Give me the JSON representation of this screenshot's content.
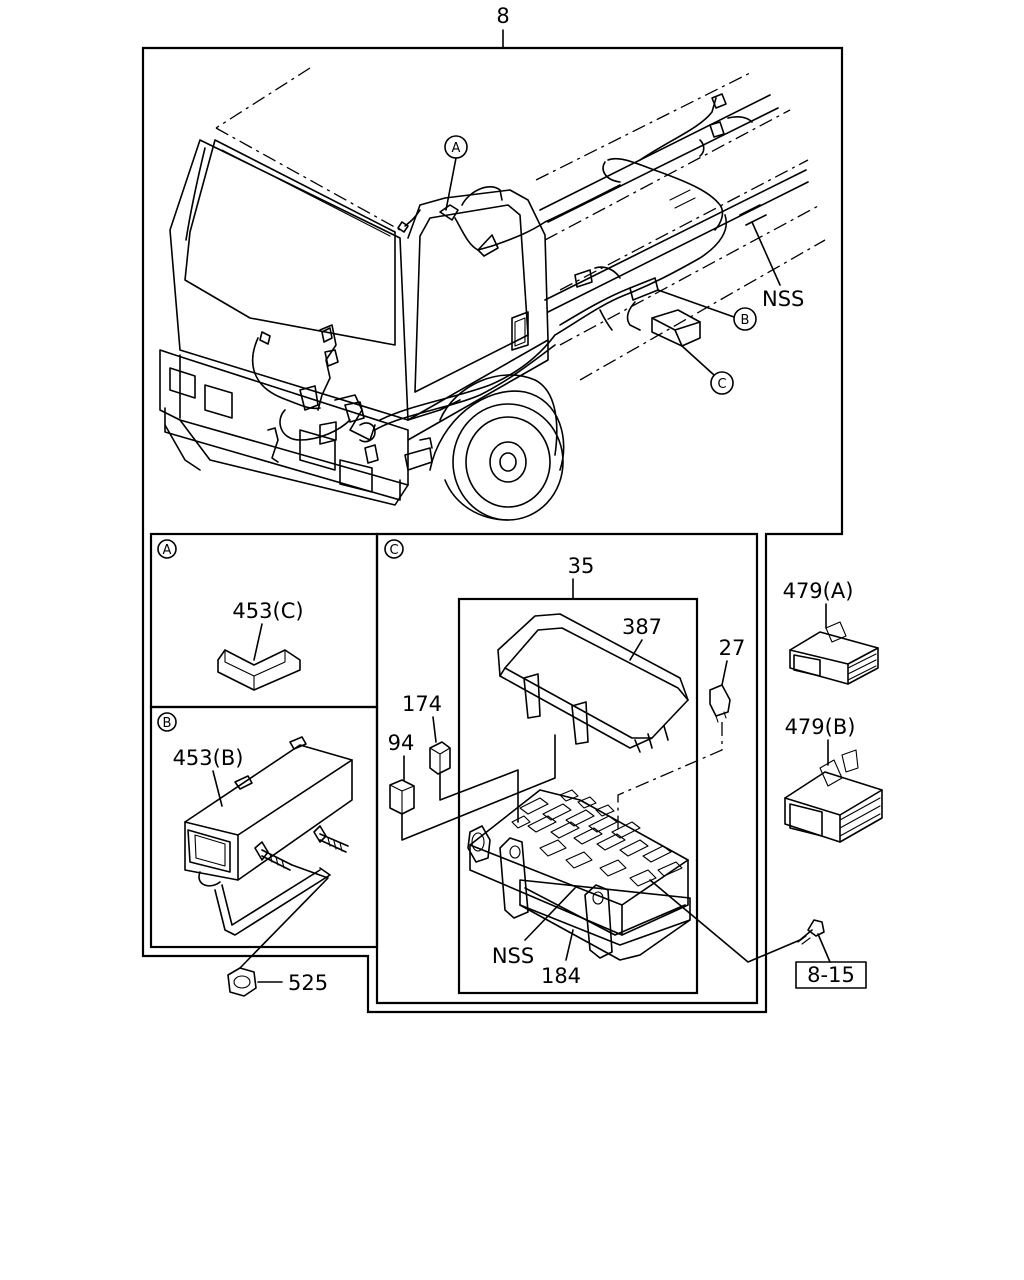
{
  "labels": {
    "main_assembly": "8",
    "nss_top": "NSS",
    "callout_a": "A",
    "callout_b": "B",
    "callout_c": "C",
    "part_453c": "453(C)",
    "part_453b": "453(B)",
    "part_525": "525",
    "part_35": "35",
    "part_387": "387",
    "part_27": "27",
    "part_174": "174",
    "part_94": "94",
    "part_nss_box": "NSS",
    "part_184": "184",
    "part_479a": "479(A)",
    "part_479b": "479(B)",
    "ref_8_15": "8-15"
  }
}
